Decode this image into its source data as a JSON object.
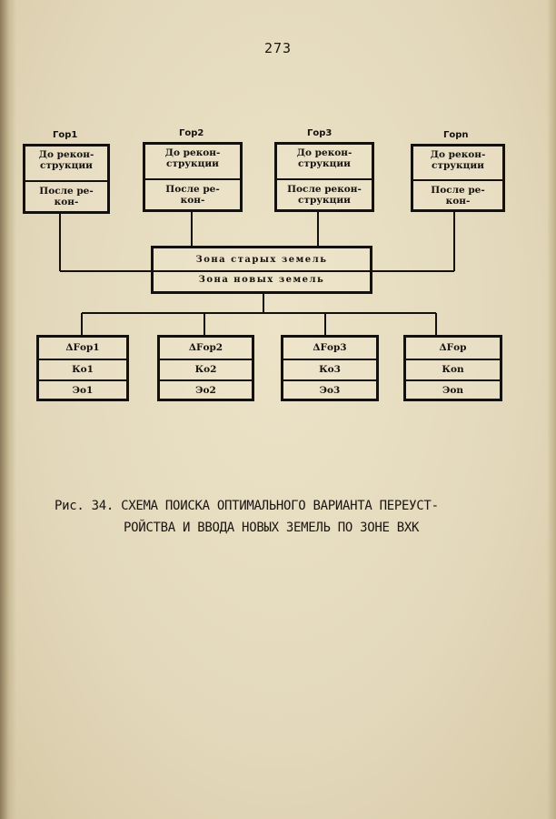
{
  "page_number": "273",
  "top_boxes": [
    {
      "label": "Гор1",
      "before": "До реконструкции",
      "before_lines": "До рекон-\nструкции",
      "after_lines": "После ре-\nкон-"
    },
    {
      "label": "Гор2",
      "before_lines": "До рекон-\nструкции",
      "after_lines": "После ре-\nкон-"
    },
    {
      "label": "Гор3",
      "before_lines": "До рекон-\nструкции",
      "after_lines": "После рекон-\nструкции"
    },
    {
      "label": "Горn",
      "before_lines": "До рекон-\nструкции",
      "after_lines": "После ре-\nкон-"
    }
  ],
  "zone_box": {
    "old_lands": "Зона старых земель",
    "new_lands": "Зона новых земель"
  },
  "bottom_boxes": [
    {
      "delta": "ΔFор1",
      "k": "Ко1",
      "e": "Эо1"
    },
    {
      "delta": "ΔFор2",
      "k": "Ко2",
      "e": "Эо2"
    },
    {
      "delta": "ΔFор3",
      "k": "Ко3",
      "e": "Эо3"
    },
    {
      "delta": "ΔFор",
      "k": "Коn",
      "e": "Эоn"
    }
  ],
  "caption": {
    "line1": "Рис. 34. СХЕМА ПОИСКА ОПТИМАЛЬНОГО ВАРИАНТА ПЕРЕУСТ-",
    "line2": "РОЙСТВА И ВВОДА НОВЫХ ЗЕМЕЛЬ ПО ЗОНЕ ВХК"
  }
}
